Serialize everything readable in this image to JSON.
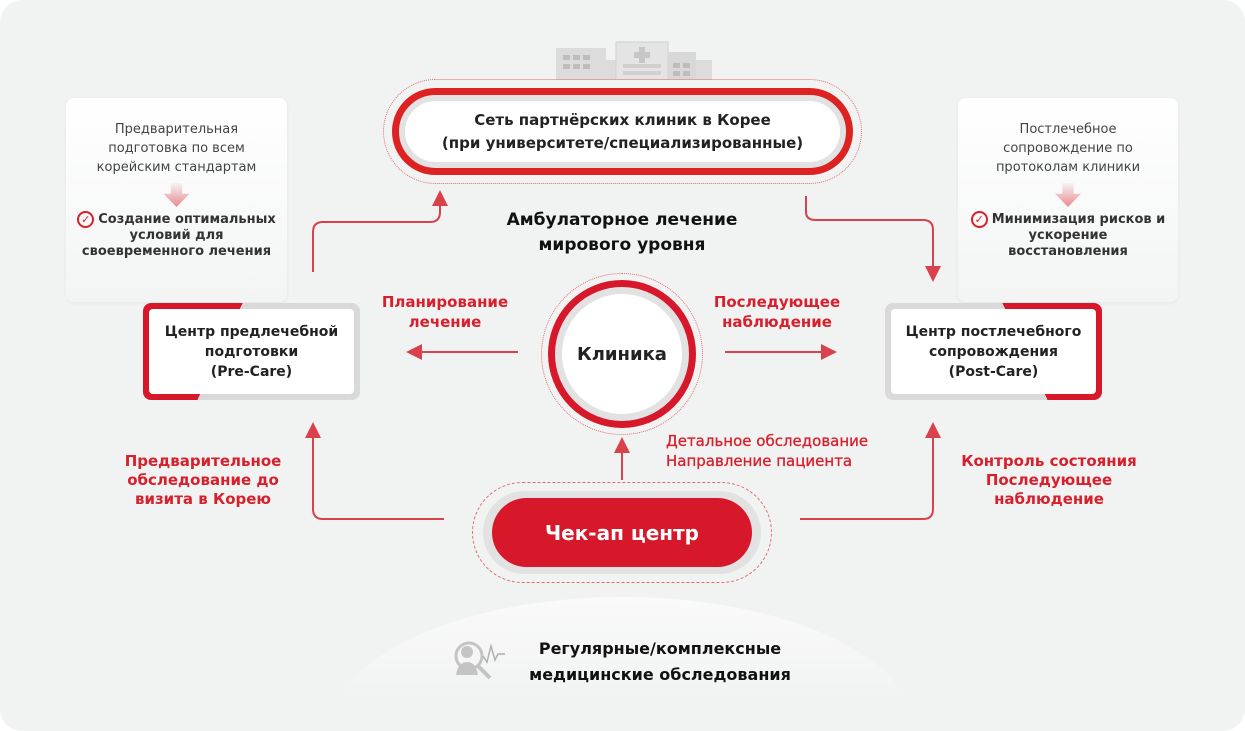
{
  "top_network": {
    "line1": "Сеть партнёрских клиник в Корее",
    "line2": "(при университете/специализированные)"
  },
  "headline": {
    "line1": "Амбулаторное лечение",
    "line2": "мирового уровня"
  },
  "pre_info": {
    "description": [
      "Предварительная",
      "подготовка по всем",
      "корейским стандартам"
    ],
    "result": [
      "Создание оптимальных",
      "условий для",
      "своевременного лечения"
    ]
  },
  "post_info": {
    "description": [
      "Постлечебное",
      "сопровождение по",
      "протоколам клиники"
    ],
    "result": [
      "Минимизация рисков и",
      "ускорение",
      "восстановления"
    ]
  },
  "pre_care": {
    "lines": [
      "Центр предлечебной",
      "подготовки",
      "(Pre-Care)"
    ]
  },
  "post_care": {
    "lines": [
      "Центр постлечебного",
      "сопровождения",
      "(Post-Care)"
    ]
  },
  "clinic": {
    "label": "Клиника"
  },
  "checkup": {
    "label": "Чек-ап центр"
  },
  "labels": {
    "planning": [
      "Планирование",
      "лечение"
    ],
    "followup": [
      "Последующее",
      "наблюдение"
    ],
    "detailed": [
      "Детальное обследование",
      "Направление пациента"
    ],
    "pre_exam": [
      "Предварительное",
      "обследование до",
      "визита в Корею"
    ],
    "monitoring": [
      "Контроль состояния",
      "Последующее",
      "наблюдение"
    ]
  },
  "bottom": {
    "line1": "Регулярные/комплексные",
    "line2": "медицинские обследования"
  },
  "colors": {
    "red": "#d7182a",
    "arrow": "#d9424c",
    "gray": "#e0e0e0",
    "bg": "#f1f2f2"
  }
}
